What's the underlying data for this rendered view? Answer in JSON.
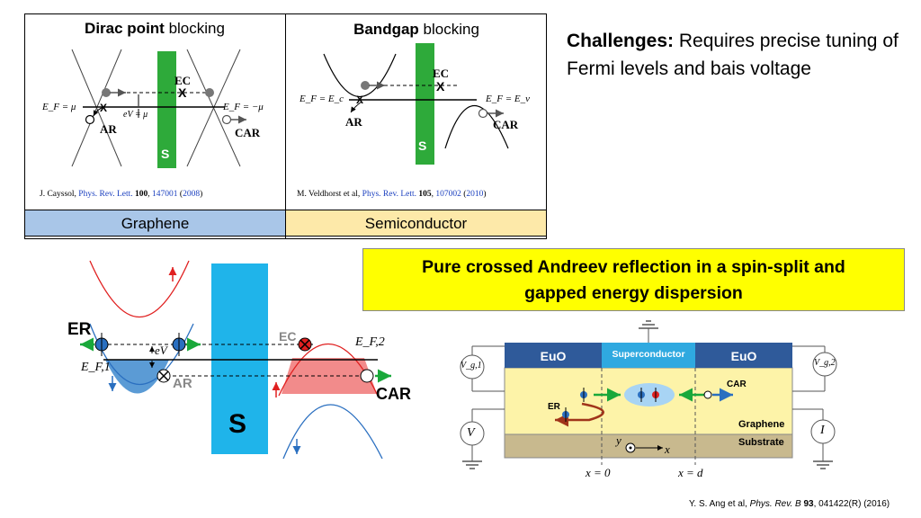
{
  "top_table": {
    "left": {
      "heading_bold": "Dirac point",
      "heading_rest": " blocking",
      "labels": {
        "ec": "EC",
        "ef_left": "E_F = μ",
        "ef_right": "E_F = −μ",
        "ev": "eV = μ",
        "ar": "AR",
        "car": "CAR",
        "s": "S"
      },
      "citation": {
        "prefix": "J. Cayssol, ",
        "journal": "Phys. Rev. Lett.",
        "vol": "100",
        "page": "147001",
        "year": "2008"
      },
      "band_label": "Graphene",
      "band_color": "#a9c6e8"
    },
    "right": {
      "heading_bold": "Bandgap",
      "heading_rest": " blocking",
      "labels": {
        "ec": "EC",
        "ef_left": "E_F = E_c",
        "ef_right": "E_F = E_v",
        "ar": "AR",
        "car": "CAR",
        "s": "S"
      },
      "citation": {
        "prefix": "M. Veldhorst et al, ",
        "journal": "Phys. Rev. Lett.",
        "vol": "105",
        "page": "107002",
        "year": "2010"
      },
      "band_label": "Semiconductor",
      "band_color": "#fde9a9"
    }
  },
  "challenges": {
    "bold": "Challenges:",
    "text": " Requires precise tuning of Fermi levels and bais voltage"
  },
  "highlight_box": {
    "line1": "Pure crossed Andreev reflection in a spin-split and",
    "line2": "gapped energy dispersion",
    "bg": "#ffff00"
  },
  "bottom_left": {
    "er": "ER",
    "ec": "EC",
    "ev": "eV",
    "ar": "AR",
    "car": "CAR",
    "s": "S",
    "ef1": "E_F,1",
    "ef2": "E_F,2"
  },
  "device": {
    "euo_left": "EuO",
    "superconductor": "Superconductor",
    "euo_right": "EuO",
    "vg1": "V_g,1",
    "vg2": "V_g,2",
    "v": "V",
    "i": "I",
    "er": "ER",
    "car": "CAR",
    "graphene": "Graphene",
    "substrate": "Substrate",
    "y": "y",
    "x": "x",
    "x0": "x = 0",
    "xd": "x = d"
  },
  "footer_citation": {
    "prefix": "Y. S. Ang et al, ",
    "journal": "Phys. Rev. B",
    "vol": "93",
    "rest": ", 041422(R) (2016)"
  },
  "colors": {
    "green_bar": "#2eaa3a",
    "cyan_bar": "#1fb4ea",
    "red": "#e02020",
    "blue": "#2a6fc0",
    "euo": "#2f5a9a",
    "sc": "#2fa9e0"
  }
}
